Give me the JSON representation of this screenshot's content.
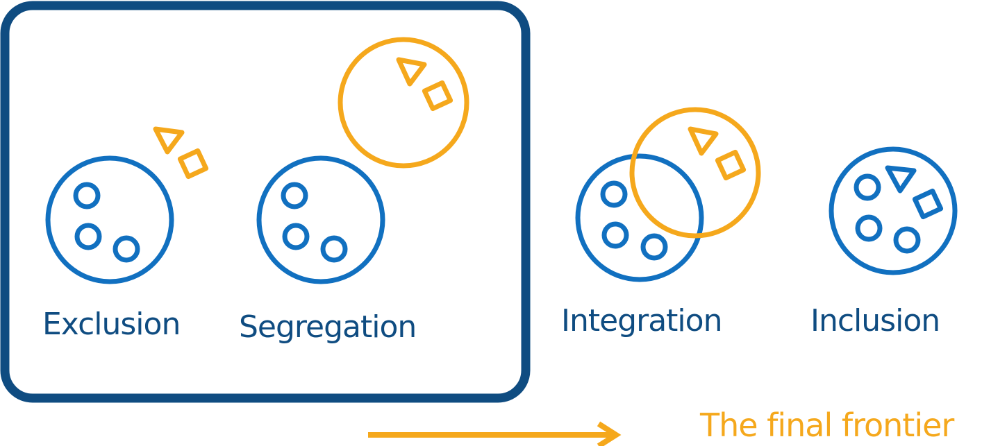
{
  "colors": {
    "frame": "#0f4c81",
    "group_circle": "#1170c0",
    "outsider": "#f5a81c",
    "text_dark": "#0f4c81",
    "text_accent": "#f5a81c"
  },
  "stages": [
    {
      "id": "exclusion",
      "label": "Exclusion"
    },
    {
      "id": "segregation",
      "label": "Segregation"
    },
    {
      "id": "integration",
      "label": "Integration"
    },
    {
      "id": "inclusion",
      "label": "Inclusion"
    }
  ],
  "footer": {
    "caption": "The final frontier",
    "arrow_icon": "right-arrow-icon"
  }
}
